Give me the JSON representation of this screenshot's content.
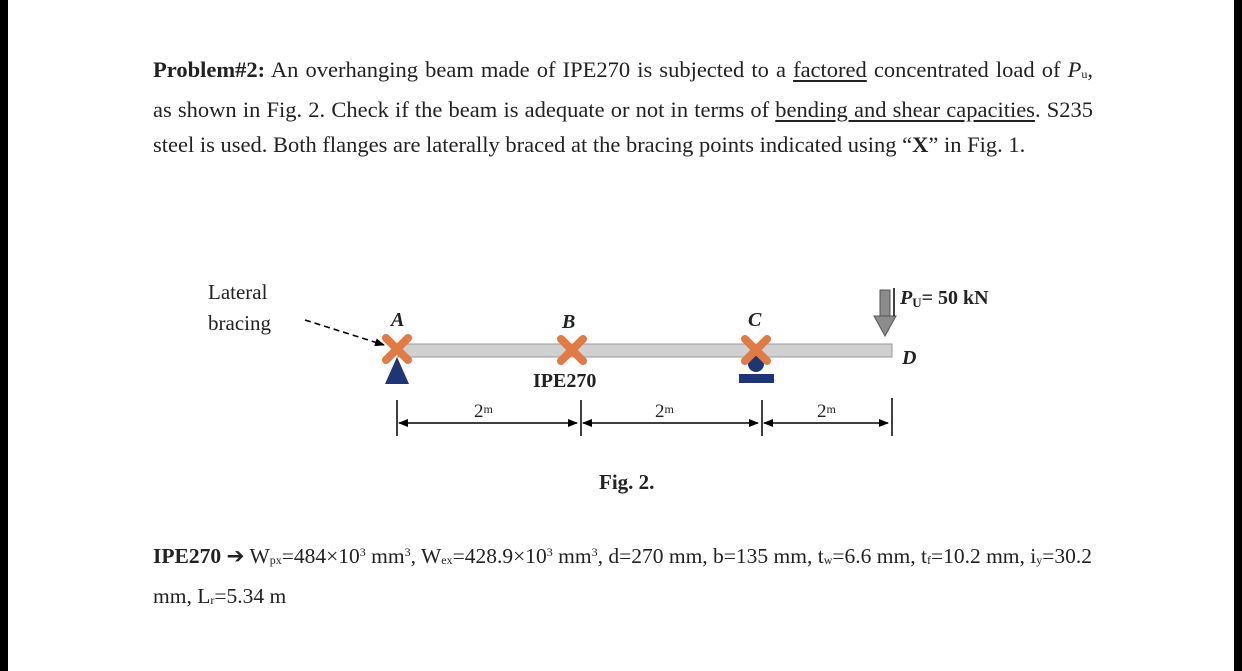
{
  "problem": {
    "lead": "Problem#2:",
    "t1": " An overhanging beam made of IPE270 is subjected to a ",
    "factored": "factored",
    "t2": " concentrated load of ",
    "P": "P",
    "u": "u",
    "t3": ", as shown in Fig. 2. Check if the beam is adequate or not in terms of ",
    "bending_shear": "bending and shear capacities",
    "t4": ". S235 steel is used. Both flanges are laterally braced at the bracing points indicated using “",
    "X": "X",
    "t5": "” in Fig. 1."
  },
  "figure": {
    "lateral": "Lateral",
    "bracing": "bracing",
    "label_A": "A",
    "label_B": "B",
    "label_C": "C",
    "label_D": "D",
    "beam_name": "IPE270",
    "load_P": "P",
    "load_sub": "U",
    "load_value": "= 50 kN",
    "dim_ab": "2",
    "dim_bc": "2",
    "dim_cd": "2",
    "dim_unit": "m",
    "caption": "Fig. 2.",
    "colors": {
      "beam": "#d0d0d0",
      "brace": "#e07b45",
      "support": "#1f3575",
      "arrow": "#8c8c8c"
    }
  },
  "specs": {
    "section": "IPE270",
    "arrow": "➔",
    "W": "W",
    "px": "px",
    "wpx_val": "=484×10",
    "exp3": "3",
    "mm": " mm",
    "ex": "ex",
    "wex_val": "=428.9×10",
    "d": ", d=270 mm, b=135 mm, t",
    "w": "w",
    "tw": "=6.6 mm, t",
    "f": "f",
    "tf": "=10.2 mm, i",
    "y": "y",
    "iy": "=30.2 mm, L",
    "r": "r",
    "lr": "=5.34 m"
  }
}
